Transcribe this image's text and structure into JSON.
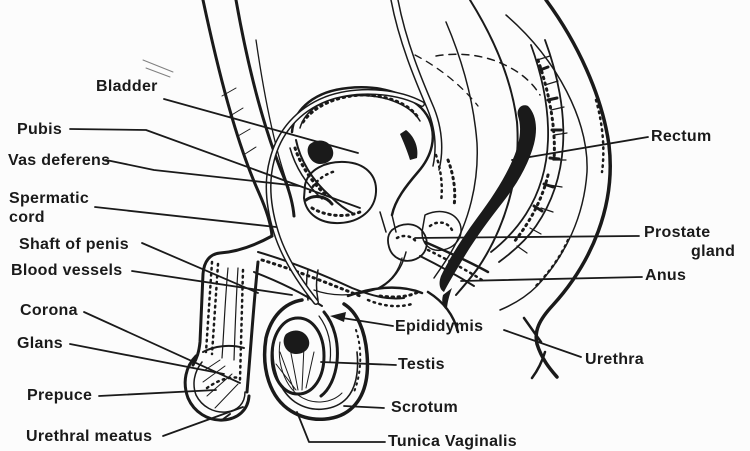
{
  "figure": {
    "type": "anatomical-line-drawing",
    "colors": {
      "ink": "#1a1a1a",
      "background": "#fcfcfc"
    }
  },
  "labels": {
    "bladder": "Bladder",
    "pubis": "Pubis",
    "vas_deferens": "Vas deferens",
    "spermatic_cord": "Spermatic cord",
    "shaft_of_penis": "Shaft of penis",
    "blood_vessels": "Blood vessels",
    "corona": "Corona",
    "glans": "Glans",
    "prepuce": "Prepuce",
    "urethral_meatus": "Urethral meatus",
    "rectum": "Rectum",
    "prostate_gland": {
      "line1": "Prostate",
      "line2": "gland"
    },
    "anus": "Anus",
    "urethra": "Urethra",
    "epididymis": "Epididymis",
    "testis": "Testis",
    "scrotum": "Scrotum",
    "tunica_vaginalis": "Tunica Vaginalis"
  }
}
